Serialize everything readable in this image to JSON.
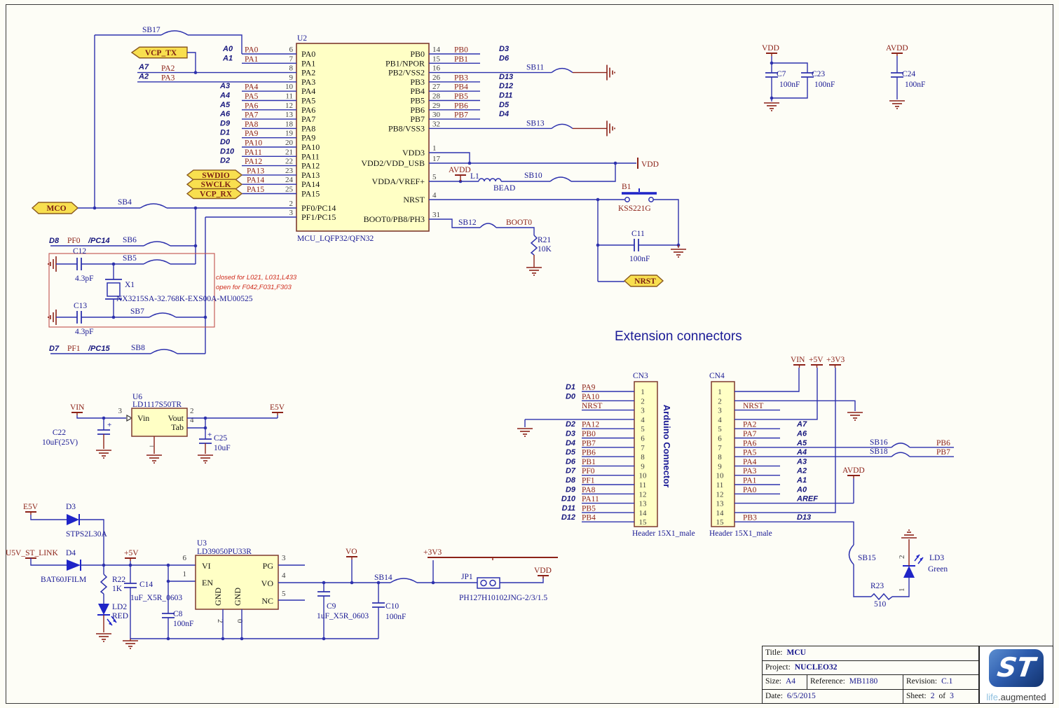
{
  "section_title": "Extension connectors",
  "title_block": {
    "title_label": "Title:",
    "title": "MCU",
    "project_label": "Project:",
    "project": "NUCLEO32",
    "size_label": "Size:",
    "size": "A4",
    "reference_label": "Reference:",
    "reference": "MB1180",
    "revision_label": "Revision:",
    "revision": "C.1",
    "date_label": "Date:",
    "date": "6/5/2015",
    "sheet_label": "Sheet:",
    "sheet_num": "2",
    "of_label": "of",
    "sheet_total": "3"
  },
  "logo": {
    "st": "ST",
    "life": "life",
    "augmented": ".augmented"
  },
  "mcu": {
    "ref": "U2",
    "footprint": "MCU_LQFP32/QFN32",
    "left_pins": [
      {
        "num": "6",
        "name": "PA0",
        "net": "PA0",
        "alias": "A0"
      },
      {
        "num": "7",
        "name": "PA1",
        "net": "PA1",
        "alias": "A1"
      },
      {
        "num": "8",
        "name": "PA2",
        "net": "PA2",
        "alias": "A7"
      },
      {
        "num": "9",
        "name": "PA3",
        "net": "PA3",
        "alias": "A2"
      },
      {
        "num": "10",
        "name": "PA4",
        "net": "PA4",
        "alias": "A3"
      },
      {
        "num": "11",
        "name": "PA5",
        "net": "PA5",
        "alias": "A4"
      },
      {
        "num": "12",
        "name": "PA6",
        "net": "PA6",
        "alias": "A5"
      },
      {
        "num": "13",
        "name": "PA7",
        "net": "PA7",
        "alias": "A6"
      },
      {
        "num": "18",
        "name": "PA8",
        "net": "PA8",
        "alias": "D9"
      },
      {
        "num": "19",
        "name": "PA9",
        "net": "PA9",
        "alias": "D1"
      },
      {
        "num": "20",
        "name": "PA10",
        "net": "PA10",
        "alias": "D0"
      },
      {
        "num": "21",
        "name": "PA11",
        "net": "PA11",
        "alias": "D10"
      },
      {
        "num": "22",
        "name": "PA12",
        "net": "PA12",
        "alias": "D2"
      },
      {
        "num": "23",
        "name": "PA13",
        "net": "PA13",
        "alias": ""
      },
      {
        "num": "24",
        "name": "PA14",
        "net": "PA14",
        "alias": ""
      },
      {
        "num": "25",
        "name": "PA15",
        "net": "PA15",
        "alias": ""
      }
    ],
    "osc_pins": [
      {
        "num": "2",
        "name": "PF0/PC14"
      },
      {
        "num": "3",
        "name": "PF1/PC15"
      }
    ],
    "right_pins": [
      {
        "num": "14",
        "name": "PB0",
        "net": "PB0",
        "alias": "D3"
      },
      {
        "num": "15",
        "name": "PB1/NPOR",
        "net": "PB1",
        "alias": "D6"
      },
      {
        "num": "16",
        "name": "PB2/VSS2",
        "net": "",
        "alias": ""
      },
      {
        "num": "26",
        "name": "PB3",
        "net": "PB3",
        "alias": "D13"
      },
      {
        "num": "27",
        "name": "PB4",
        "net": "PB4",
        "alias": "D12"
      },
      {
        "num": "28",
        "name": "PB5",
        "net": "PB5",
        "alias": "D11"
      },
      {
        "num": "29",
        "name": "PB6",
        "net": "PB6",
        "alias": "D5"
      },
      {
        "num": "30",
        "name": "PB7",
        "net": "PB7",
        "alias": "D4"
      },
      {
        "num": "32",
        "name": "PB8/VSS3",
        "net": "",
        "alias": ""
      }
    ],
    "power_pins": [
      {
        "num": "1",
        "name": "VDD3"
      },
      {
        "num": "17",
        "name": "VDD2/VDD_USB"
      },
      {
        "num": "5",
        "name": "VDDA/VREF+"
      },
      {
        "num": "4",
        "name": "NRST"
      },
      {
        "num": "31",
        "name": "BOOT0/PB8/PH3"
      }
    ]
  },
  "flags": {
    "vcp_tx": "VCP_TX",
    "swdio": "SWDIO",
    "swclk": "SWCLK",
    "vcp_rx": "VCP_RX",
    "mco": "MCO",
    "nrst": "NRST",
    "boot0": "BOOT0",
    "nrst_net": "NRST"
  },
  "jumpers": {
    "sb17": "SB17",
    "sb4": "SB4",
    "sb5": "SB5",
    "sb6": "SB6",
    "sb7": "SB7",
    "sb8": "SB8",
    "sb10": "SB10",
    "sb11": "SB11",
    "sb12": "SB12",
    "sb13": "SB13",
    "sb14": "SB14",
    "sb15": "SB15",
    "sb16": "SB16",
    "sb18": "SB18"
  },
  "power": {
    "vdd": "VDD",
    "avdd": "AVDD",
    "vin": "VIN",
    "e5v": "E5V",
    "p5v": "+5V",
    "p3v3": "+3V3",
    "vo": "VO",
    "u5v": "U5V_ST_LINK"
  },
  "parts": {
    "c7": {
      "ref": "C7",
      "val": "100nF"
    },
    "c23": {
      "ref": "C23",
      "val": "100nF"
    },
    "c24": {
      "ref": "C24",
      "val": "100nF"
    },
    "c11": {
      "ref": "C11",
      "val": "100nF"
    },
    "c12": {
      "ref": "C12",
      "val": "4.3pF"
    },
    "c13": {
      "ref": "C13",
      "val": "4.3pF"
    },
    "x1": {
      "ref": "X1",
      "val": "NX3215SA-32.768K-EXS00A-MU00525"
    },
    "l1": {
      "ref": "L1",
      "val": "BEAD"
    },
    "b1": {
      "ref": "B1",
      "val": "KSS221G"
    },
    "r21": {
      "ref": "R21",
      "val": "10K"
    },
    "r22": {
      "ref": "R22",
      "val": "1K"
    },
    "r23": {
      "ref": "R23",
      "val": "510"
    },
    "c22": {
      "ref": "C22",
      "val": "10uF(25V)"
    },
    "c25": {
      "ref": "C25",
      "val": "10uF"
    },
    "u6": {
      "ref": "U6",
      "val": "LD1117S50TR",
      "pins": {
        "vin": "Vin",
        "vout": "Vout",
        "tab": "Tab",
        "minus": "−",
        "n3": "3",
        "n2": "2",
        "n4": "4"
      }
    },
    "d3": {
      "ref": "D3",
      "val": "STPS2L30A"
    },
    "d4": {
      "ref": "D4",
      "val": "BAT60JFILM"
    },
    "ld2": {
      "ref": "LD2",
      "val": "RED"
    },
    "ld3": {
      "ref": "LD3",
      "val": "Green",
      "p1": "1",
      "p2": "2"
    },
    "c14": {
      "ref": "C14",
      "val": "1uF_X5R_0603"
    },
    "c8": {
      "ref": "C8",
      "val": "100nF"
    },
    "c9": {
      "ref": "C9",
      "val": "1uF_X5R_0603"
    },
    "c10": {
      "ref": "C10",
      "val": "100nF"
    },
    "u3": {
      "ref": "U3",
      "val": "LD39050PU33R",
      "pins": {
        "vi": "VI",
        "en": "EN",
        "pg": "PG",
        "vo": "VO",
        "nc": "NC",
        "gnd": "GND",
        "n6": "6",
        "n1": "1",
        "n3": "3",
        "n4": "4",
        "n5": "5",
        "n2": "2",
        "n0": "0"
      }
    },
    "jp1": {
      "ref": "JP1",
      "val": "PH127H10102JNG-2/3/1.5"
    }
  },
  "notes": {
    "line1": "closed for L021, L031,L433",
    "line2": "open for F042,F031,F303"
  },
  "osc_labels": {
    "d8": "D8",
    "pf0": "PF0",
    "pc14": "/PC14",
    "d7": "D7",
    "pf1": "PF1",
    "pc15": "/PC15"
  },
  "cn3": {
    "ref": "CN3",
    "side_title": "Arduino Connector",
    "footprint": "Header 15X1_male",
    "rows": [
      {
        "num": "1",
        "net": "PA9",
        "alias": "D1"
      },
      {
        "num": "2",
        "net": "PA10",
        "alias": "D0"
      },
      {
        "num": "3",
        "net": "NRST",
        "alias": ""
      },
      {
        "num": "4",
        "net": "",
        "alias": ""
      },
      {
        "num": "5",
        "net": "PA12",
        "alias": "D2"
      },
      {
        "num": "6",
        "net": "PB0",
        "alias": "D3"
      },
      {
        "num": "7",
        "net": "PB7",
        "alias": "D4"
      },
      {
        "num": "8",
        "net": "PB6",
        "alias": "D5"
      },
      {
        "num": "9",
        "net": "PB1",
        "alias": "D6"
      },
      {
        "num": "10",
        "net": "PF0",
        "alias": "D7"
      },
      {
        "num": "11",
        "net": "PF1",
        "alias": "D8"
      },
      {
        "num": "12",
        "net": "PA8",
        "alias": "D9"
      },
      {
        "num": "13",
        "net": "PA11",
        "alias": "D10"
      },
      {
        "num": "14",
        "net": "PB5",
        "alias": "D11"
      },
      {
        "num": "15",
        "net": "PB4",
        "alias": "D12"
      }
    ]
  },
  "cn4": {
    "ref": "CN4",
    "footprint": "Header 15X1_male",
    "rows": [
      {
        "num": "1",
        "net": "",
        "alias": ""
      },
      {
        "num": "2",
        "net": "",
        "alias": ""
      },
      {
        "num": "3",
        "net": "NRST",
        "alias": ""
      },
      {
        "num": "4",
        "net": "",
        "alias": ""
      },
      {
        "num": "5",
        "net": "PA2",
        "alias": "A7"
      },
      {
        "num": "6",
        "net": "PA7",
        "alias": "A6"
      },
      {
        "num": "7",
        "net": "PA6",
        "alias": "A5"
      },
      {
        "num": "8",
        "net": "PA5",
        "alias": "A4"
      },
      {
        "num": "9",
        "net": "PA4",
        "alias": "A3"
      },
      {
        "num": "10",
        "net": "PA3",
        "alias": "A2"
      },
      {
        "num": "11",
        "net": "PA1",
        "alias": "A1"
      },
      {
        "num": "12",
        "net": "PA0",
        "alias": "A0"
      },
      {
        "num": "13",
        "net": "",
        "alias": "AREF"
      },
      {
        "num": "14",
        "net": "",
        "alias": ""
      },
      {
        "num": "15",
        "net": "PB3",
        "alias": "D13"
      }
    ],
    "sb16_net": "PB6",
    "sb18_net": "PB7"
  }
}
